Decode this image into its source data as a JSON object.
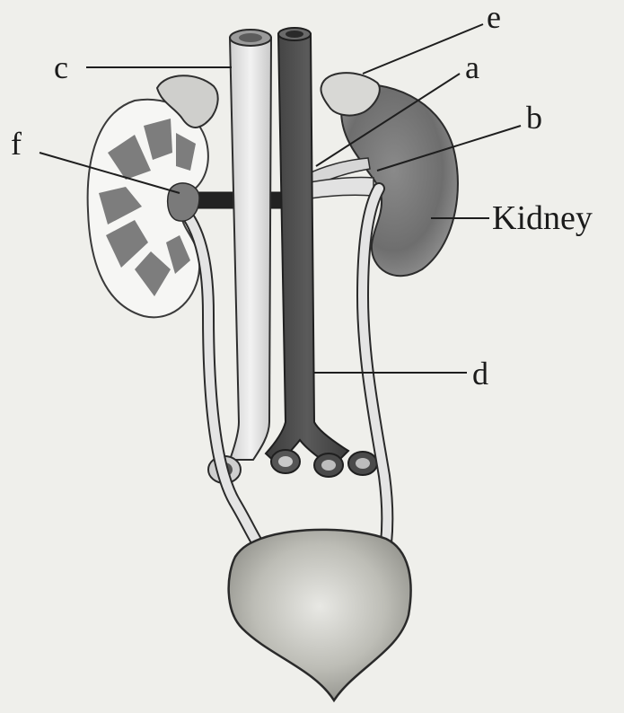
{
  "labels": {
    "a": "a",
    "b": "b",
    "c": "c",
    "d": "d",
    "e": "e",
    "f": "f",
    "kidney": "Kidney"
  },
  "colors": {
    "background": "#efefeb",
    "outline": "#2a2a2a",
    "light_vessel": "#dedede",
    "dark_vessel": "#4a4a4a",
    "organ_gray": "#9a9a9a",
    "bladder": "#b7b7b0"
  }
}
